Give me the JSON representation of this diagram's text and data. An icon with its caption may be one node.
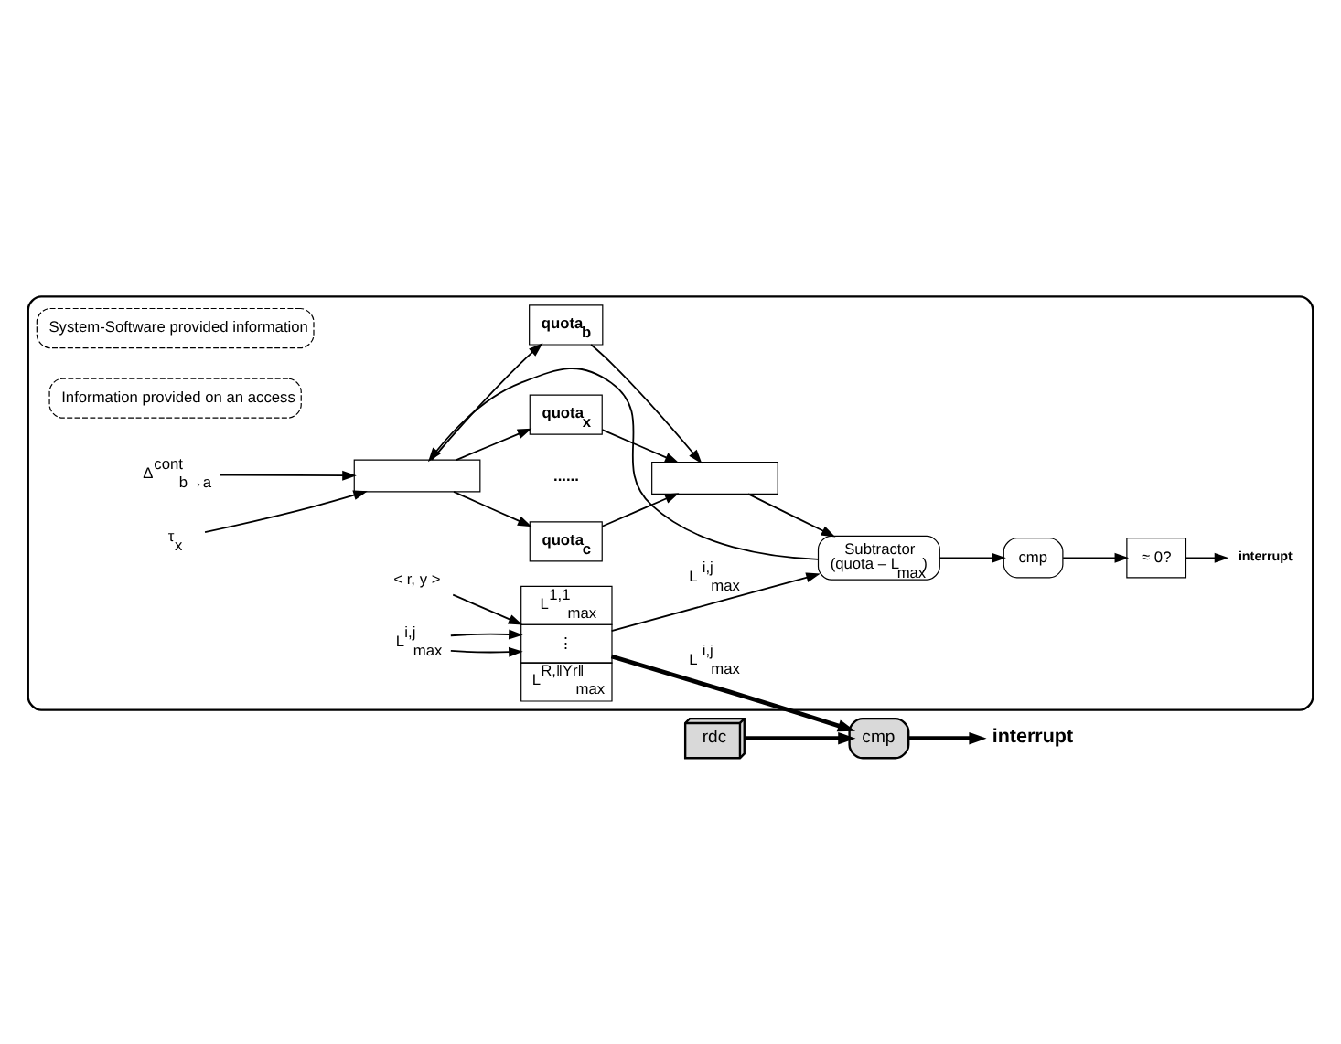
{
  "diagram": {
    "nodes": [
      {
        "text": [],
        "shape": "box"
      },
      {
        "text": [
          "System-Software provided information"
        ],
        "in": 0
      },
      {
        "text": [
          "Information provided on an access"
        ],
        "in": 0
      },
      {
        "text": [
          "L$^{i,j}$$_{max}$"
        ],
        "in": 0
      },
      {
        "text": [
          "Δ$^{cont}$$_{b→a}$"
        ],
        "in": 0
      },
      {
        "text": [
          "< r, y >"
        ],
        "in": 0
      },
      {
        "text": [
          "τ$_{x}$"
        ],
        "in": 0
      },
      {
        "text": [
          "L$^{1,1}$$_{max}$",
          "⋮",
          "L$^{R,‖Yr‖}$$_{max}$"
        ],
        "in": 0
      },
      {
        "text": [],
        "shape": "box",
        "in": 0
      },
      {
        "text": [
          "quota$_{b}$"
        ],
        "in": 0
      },
      {
        "text": [
          "quota$_{c}$"
        ],
        "in": 0
      },
      {
        "text": [
          "quota$_{x}$"
        ],
        "in": 0
      },
      {
        "text": [],
        "shape": "box",
        "in": 0
      },
      {
        "text": [
          "Subtractor",
          "(quota – L$_{max}$)"
        ],
        "in": 0
      },
      {
        "text": [
          "cmp"
        ],
        "in": 0
      },
      {
        "text": [
          "≈ 0?"
        ],
        "in": 0
      },
      {
        "text": [
          "interrupt"
        ],
        "in": 0
      },
      {
        "text": [
          "rdc"
        ]
      },
      {
        "text": [
          "cmp"
        ]
      },
      {
        "text": [
          "interrupt"
        ]
      }
    ],
    "edges": [
      {
        "from": 3,
        "to": 7,
        "arrow": "to"
      },
      {
        "from": 3,
        "to": 7,
        "arrow": "to"
      },
      {
        "from": 4,
        "to": 8,
        "arrow": "to"
      },
      {
        "from": 5,
        "to": 7,
        "arrow": "to"
      },
      {
        "from": 6,
        "to": 8,
        "arrow": "to"
      },
      {
        "from": 8,
        "to": 9,
        "arrow": "to"
      },
      {
        "from": 8,
        "to": 10,
        "arrow": "to"
      },
      {
        "from": 8,
        "to": 11,
        "arrow": "to"
      },
      {
        "from": 9,
        "to": 12,
        "arrow": "to"
      },
      {
        "from": 10,
        "to": 12,
        "arrow": "to"
      },
      {
        "from": 11,
        "to": 12,
        "arrow": "to"
      },
      {
        "from": 12,
        "to": 13,
        "arrow": "to"
      },
      {
        "from": 7,
        "to": 13,
        "arrow": "to",
        "label": "L$^{i,j}$$_{max}$"
      },
      {
        "from": 13,
        "to": 14,
        "arrow": "to"
      },
      {
        "from": 13,
        "to": 8,
        "arrow": "to"
      },
      {
        "from": 14,
        "to": 15,
        "arrow": "to"
      },
      {
        "from": 15,
        "to": 16,
        "arrow": "to"
      },
      {
        "from": 7,
        "to": 18,
        "arrow": "to",
        "style": "thick",
        "label": "L$^{i,j}$$_{max}$"
      },
      {
        "from": 17,
        "to": 18,
        "arrow": "to",
        "style": "thick"
      },
      {
        "from": 18,
        "to": 19,
        "arrow": "to",
        "style": "thick"
      }
    ],
    "labels": [
      "......"
    ]
  }
}
